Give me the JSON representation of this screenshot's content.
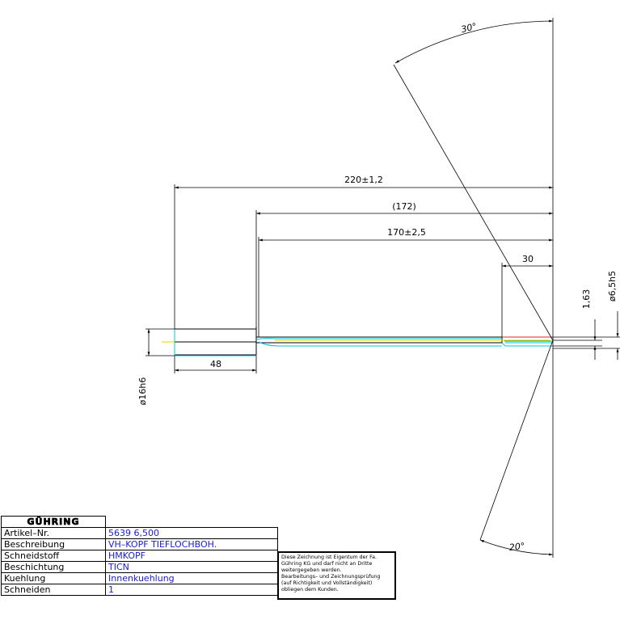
{
  "dimensions": {
    "overall_length": "220±1,2",
    "flute_length_ref": "(172)",
    "flute_length": "170±2,5",
    "tip_length": "30",
    "shank_length": "48",
    "tip_depth": "1,63",
    "shank_diameter": "ø16h6",
    "head_diameter": "ø6,5h5",
    "angle_upper": "30°",
    "angle_lower": "20°"
  },
  "title_block": {
    "logo": "GÜHRING",
    "rows": [
      {
        "label": "Artikel–Nr.",
        "value": "5639 6,500"
      },
      {
        "label": "Beschreibung",
        "value": "VH–KOPF TIEFLOCHBOH."
      },
      {
        "label": "Schneidstoff",
        "value": "HMKOPF"
      },
      {
        "label": "Beschichtung",
        "value": "TICN"
      },
      {
        "label": "Kuehlung",
        "value": "Innenkuehlung"
      },
      {
        "label": "Schneiden",
        "value": "1"
      }
    ]
  },
  "notice": {
    "line1": "Diese Zeichnung ist Eigentum der Fa.",
    "line2": "Gühring KG und darf nicht an Dritte",
    "line3": "weitergegeben werden.",
    "line4": "Bearbeitungs– und Zeichnungsprüfung",
    "line5": "(auf Richtigkeit und Vollständigkeit)",
    "line6": "obliegen dem Kunden."
  }
}
